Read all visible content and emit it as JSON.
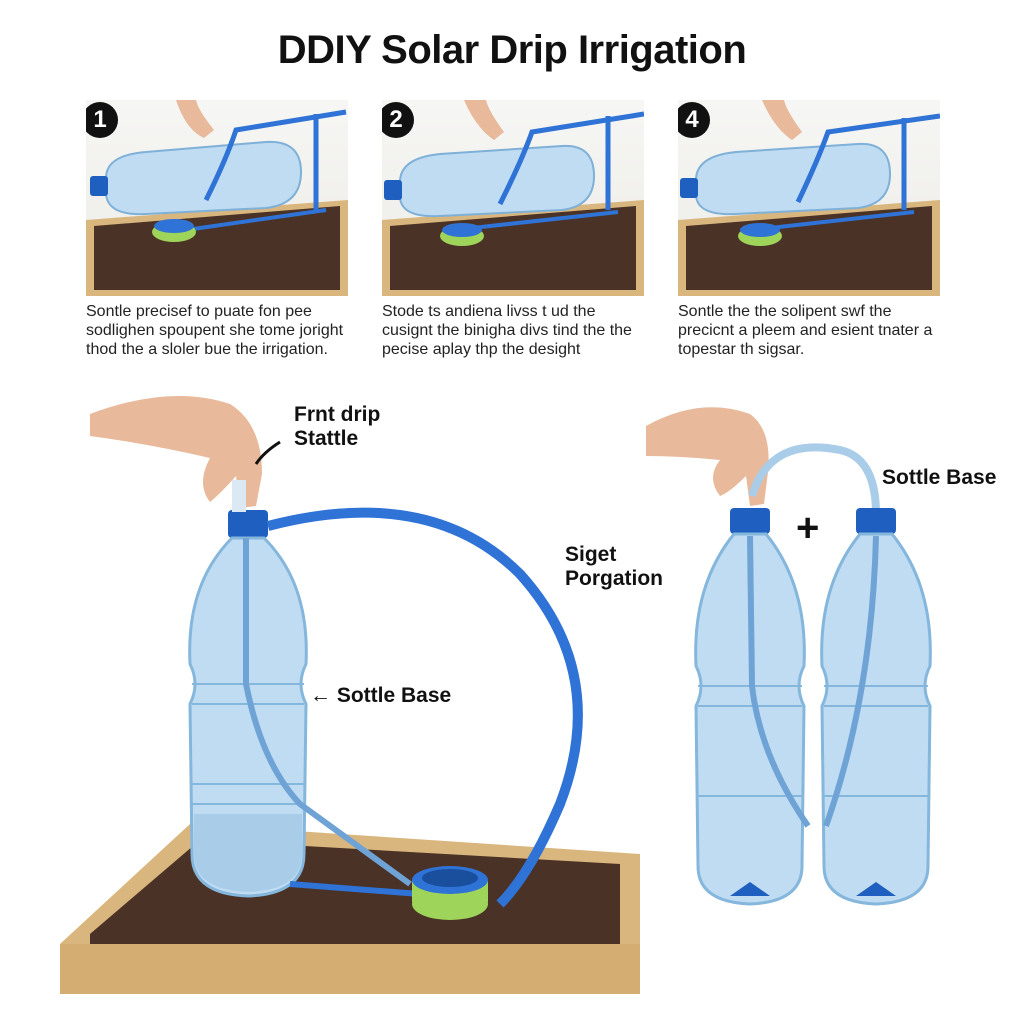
{
  "title": "DDIY Solar Drip Irrigation",
  "steps": [
    {
      "number": "1",
      "caption": "Sontle precisef to puate fon pee sodlighen spoupent she tome joright thod the a sloler bue the irrigation."
    },
    {
      "number": "2",
      "caption": "Stode ts andiena livss t ud the cusignt the binigha divs tind the the pecise aplay thp the desight"
    },
    {
      "number": "4",
      "caption": "Sontle the the solipent swf the precicnt a pleem and esient tnater a topestar th sigsar."
    }
  ],
  "labels": {
    "front_drip": "Frnt drip Stattle",
    "sottle_base_left": "Sottle Base",
    "siget_porgation": "Siget Porgation",
    "sottle_base_right": "Sottle Base",
    "plus_sign": "+"
  },
  "colors": {
    "bottle_blue": "#9fc6e6",
    "cap_blue": "#1f5fbf",
    "tube_blue": "#2f73d6",
    "soil": "#4a3226",
    "wood": "#d9b67d",
    "emitter_green": "#9ed45a"
  }
}
